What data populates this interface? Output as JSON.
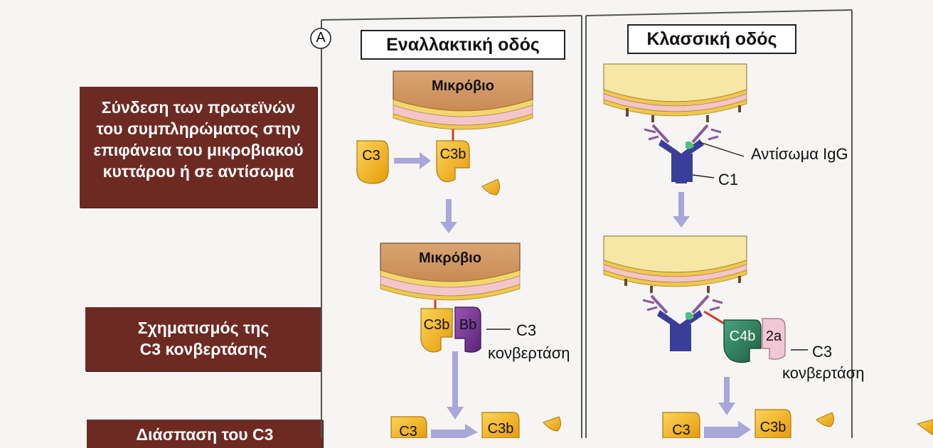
{
  "panel_marker": "A",
  "pathways": {
    "alternative": "Εναλλακτική οδός",
    "classical": "Κλασσική οδός"
  },
  "steps": {
    "binding": [
      "Σύνδεση των πρωτεϊνών",
      "του συμπληρώματος στην",
      "επιφάνεια του μικροβιακού",
      "κυττάρου ή σε αντίσωμα"
    ],
    "convertase": [
      "Σχηματισμός της",
      "C3 κονβερτάσης"
    ],
    "cleavage": [
      "Διάσπαση του C3"
    ]
  },
  "labels": {
    "microbe": "Μικρόβιο",
    "c3": "C3",
    "c3b": "C3b",
    "bb": "Bb",
    "c4b": "C4b",
    "c2a": "2a",
    "antibody": "Αντίσωμα IgG",
    "c1": "C1",
    "convertase_c3": "C3",
    "convertase_word": "κονβερτάση"
  },
  "colors": {
    "step_box": "#6d2a23",
    "c3": "#f2b21c",
    "bb": "#7a3a97",
    "c4b": "#2a7d5d",
    "c2a": "#f1c7d6",
    "antibody": "#3b3e99",
    "arrow": "#a9a6d9"
  }
}
